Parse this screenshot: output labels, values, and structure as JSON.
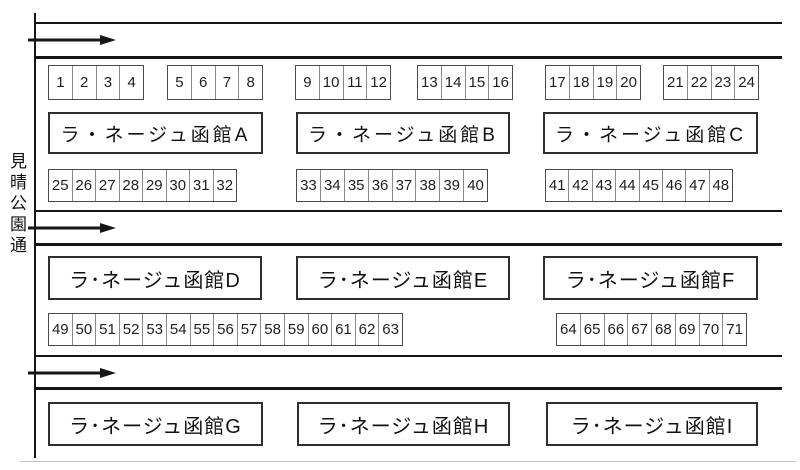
{
  "street": {
    "label": "見晴公園通"
  },
  "arrows": {
    "direction": "right",
    "count": 3
  },
  "colors": {
    "line": "#161616",
    "cell_border": "#4a4a4a",
    "cell_divider": "#8a8a8a",
    "building_border": "#2e2e2e",
    "background": "#ffffff",
    "faint_line": "#c4c4c4"
  },
  "parking": {
    "g1_4": [
      "1",
      "2",
      "3",
      "4"
    ],
    "g5_8": [
      "5",
      "6",
      "7",
      "8"
    ],
    "g9_12": [
      "9",
      "10",
      "11",
      "12"
    ],
    "g13_16": [
      "13",
      "14",
      "15",
      "16"
    ],
    "g17_20": [
      "17",
      "18",
      "19",
      "20"
    ],
    "g21_24": [
      "21",
      "22",
      "23",
      "24"
    ],
    "g25_32": [
      "25",
      "26",
      "27",
      "28",
      "29",
      "30",
      "31",
      "32"
    ],
    "g33_40": [
      "33",
      "34",
      "35",
      "36",
      "37",
      "38",
      "39",
      "40"
    ],
    "g41_48": [
      "41",
      "42",
      "43",
      "44",
      "45",
      "46",
      "47",
      "48"
    ],
    "g49_63": [
      "49",
      "50",
      "51",
      "52",
      "53",
      "54",
      "55",
      "56",
      "57",
      "58",
      "59",
      "60",
      "61",
      "62",
      "63"
    ],
    "g64_71": [
      "64",
      "65",
      "66",
      "67",
      "68",
      "69",
      "70",
      "71"
    ]
  },
  "buildings": {
    "a": "ラ・ネージュ函館A",
    "b": "ラ・ネージュ函館B",
    "c": "ラ・ネージュ函館C",
    "d": "ラ･ネージュ函館D",
    "e": "ラ･ネージュ函館E",
    "f": "ラ･ネージュ函館F",
    "g": "ラ･ネージュ函館G",
    "h": "ラ･ネージュ函館H",
    "i": "ラ･ネージュ函館I"
  }
}
